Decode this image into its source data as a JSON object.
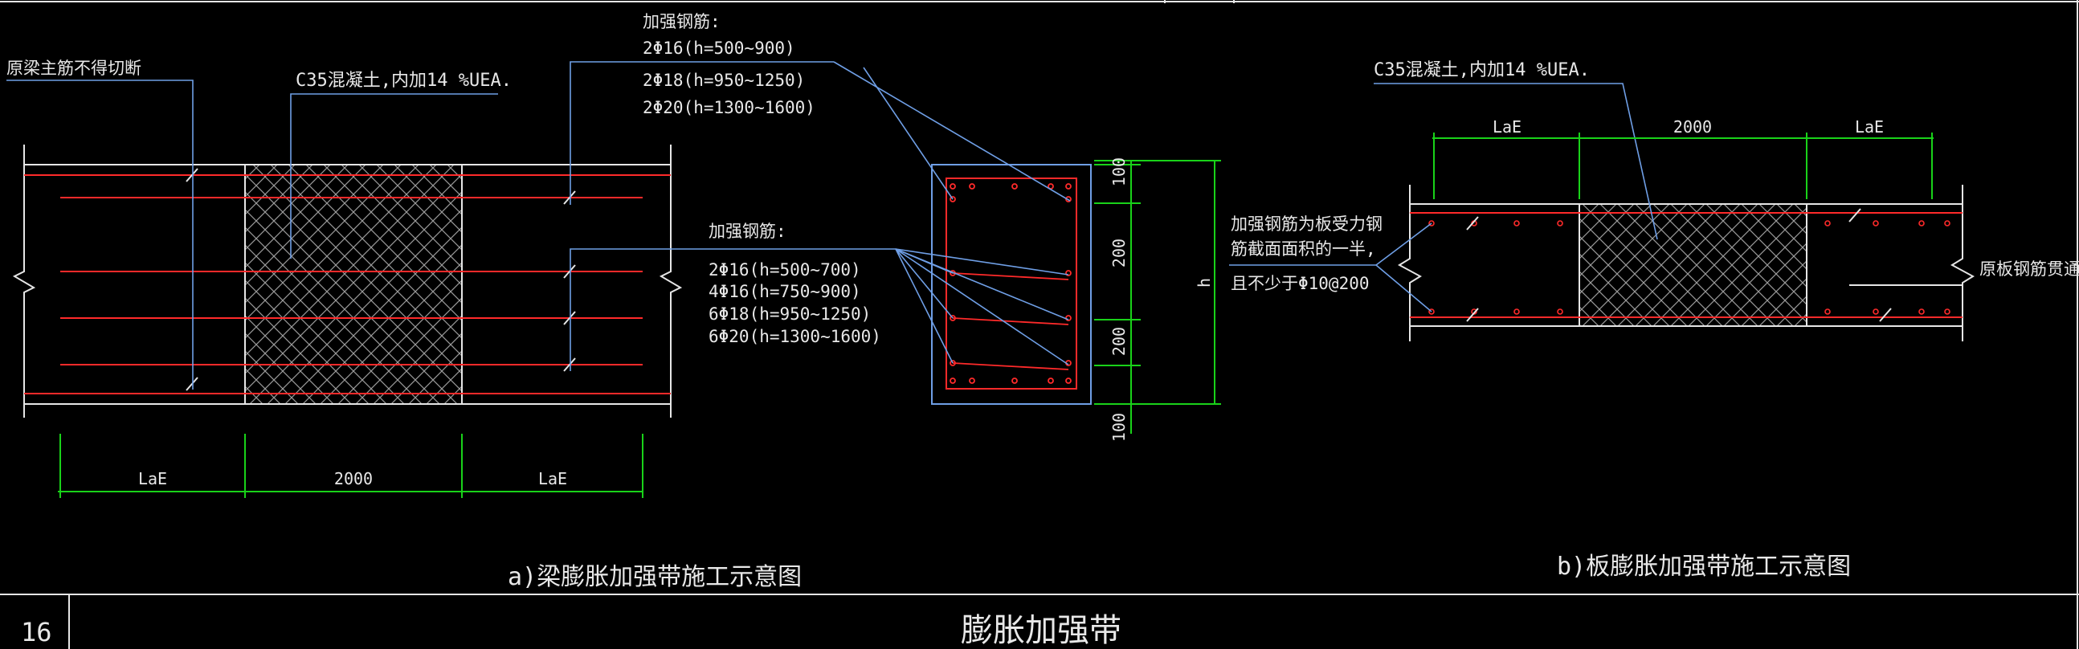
{
  "colors": {
    "background": "#000000",
    "outline": "#e6e6e6",
    "rebar": "#ff2a2a",
    "dimension": "#19d219",
    "leader": "#6f9fe6",
    "text": "#e8e8e8"
  },
  "beam": {
    "note_main_bar": "原梁主筋不得切断",
    "note_concrete": "C35混凝土,内加14 %UEA.",
    "top_rebar": {
      "title": "加强钢筋:",
      "lines": [
        "2Φ16(h=500~900)",
        "2Φ18(h=950~1250)",
        "2Φ20(h=1300~1600)"
      ]
    },
    "side_rebar": {
      "title": "加强钢筋:",
      "lines": [
        "2Φ16(h=500~700)",
        "4Φ16(h=750~900)",
        "6Φ18(h=950~1250)",
        "6Φ20(h=1300~1600)"
      ]
    },
    "dims": [
      "LaE",
      "2000",
      "LaE"
    ],
    "section_dims": [
      "100",
      "200",
      "200",
      "100"
    ],
    "section_height": "h",
    "caption": "a)梁膨胀加强带施工示意图"
  },
  "slab": {
    "note_concrete": "C35混凝土,内加14 %UEA.",
    "note_rebar": [
      "加强钢筋为板受力钢",
      "筋截面面积的一半,",
      "且不少于Φ10@200"
    ],
    "note_through": "原板钢筋贯通",
    "dims": [
      "LaE",
      "2000",
      "LaE"
    ],
    "caption": "b)板膨胀加强带施工示意图"
  },
  "title_block": {
    "sheet_number": "16",
    "title": "膨胀加强带"
  }
}
